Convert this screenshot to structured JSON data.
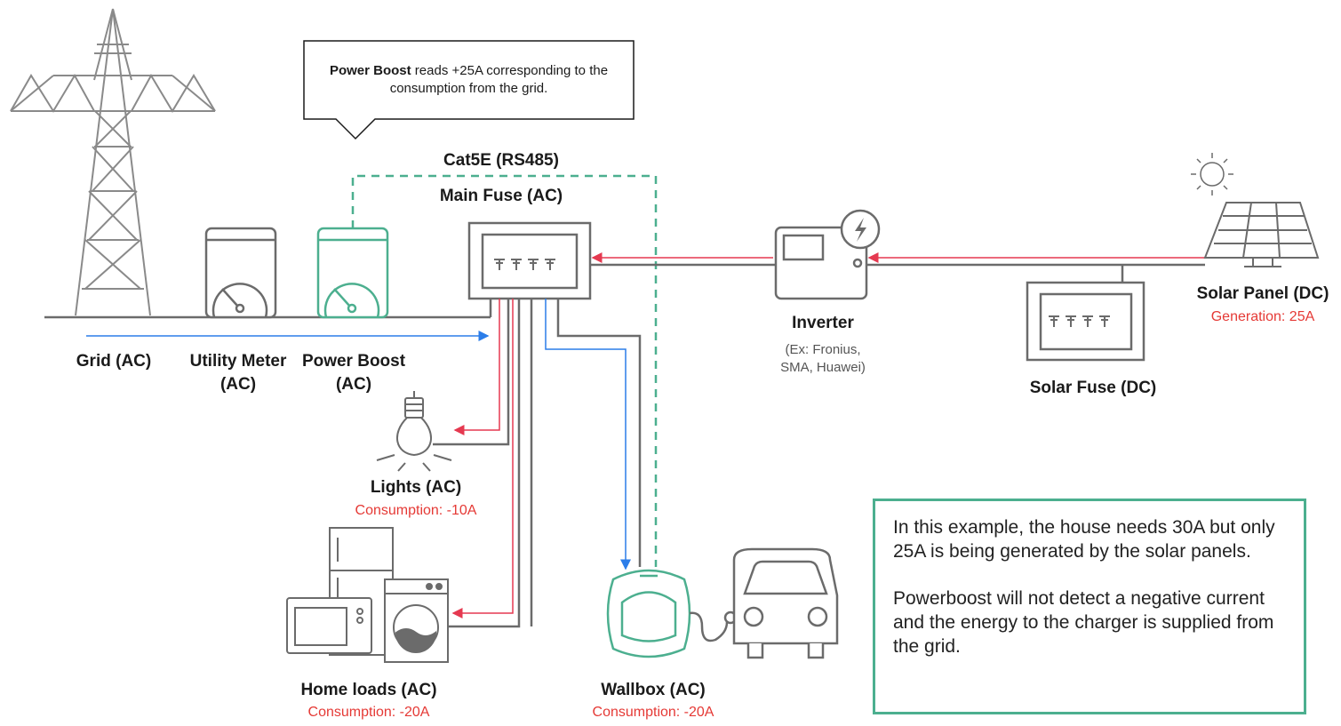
{
  "callout": {
    "strong": "Power Boost",
    "rest": " reads +25A corresponding to the consumption from the grid."
  },
  "labels": {
    "cat5e": "Cat5E (RS485)",
    "main_fuse": "Main Fuse (AC)",
    "grid": "Grid (AC)",
    "utility_meter_1": "Utility Meter",
    "utility_meter_2": "(AC)",
    "power_boost_1": "Power Boost",
    "power_boost_2": "(AC)",
    "inverter": "Inverter",
    "inverter_note_1": "(Ex: Fronius,",
    "inverter_note_2": "SMA, Huawei)",
    "solar_panel": "Solar Panel (DC)",
    "solar_generation": "Generation: 25A",
    "solar_fuse": "Solar Fuse (DC)",
    "lights": "Lights (AC)",
    "lights_consumption": "Consumption: -10A",
    "home_loads": "Home loads (AC)",
    "home_consumption": "Consumption: -20A",
    "wallbox": "Wallbox (AC)",
    "wallbox_consumption": "Consumption: -20A"
  },
  "info": {
    "paragraph1": "In this example, the house needs 30A but only 25A is being generated by the solar panels.",
    "paragraph2": "Powerboost will not detect a negative current and the energy to the charger is supplied from the grid."
  },
  "colors": {
    "line": "#6b6b6b",
    "green": "#4caf8f",
    "red": "#e53950",
    "blue": "#2b7de9",
    "pole": "#8a8a8a"
  }
}
